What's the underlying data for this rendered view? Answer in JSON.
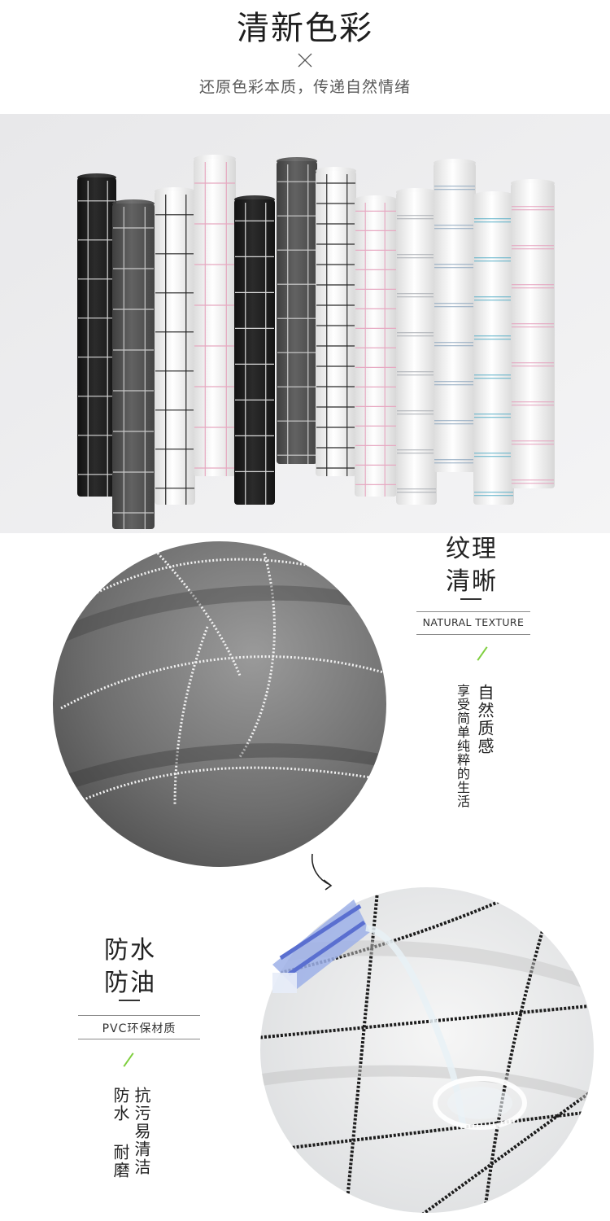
{
  "header": {
    "title": "清新色彩",
    "subtitle": "还原色彩本质，传递自然情绪"
  },
  "texture": {
    "title_line1": "纹理",
    "title_line2": "清晰",
    "english": "NATURAL TEXTURE",
    "heading": "自然质感",
    "body": "享受简单纯粹的生活"
  },
  "waterproof": {
    "title_line1": "防水",
    "title_line2": "防油",
    "material": "PVC环保材质",
    "col1": "抗污易清洁",
    "col2a": "防水",
    "col2b": "耐磨"
  },
  "colors": {
    "accent_slash": "#7fcf3f",
    "roll_dark": "#1f1f1f",
    "roll_grey": "#555555",
    "roll_white": "#f6f6f6"
  },
  "icons": [
    "cross-mark-icon",
    "down-arrow-icon"
  ]
}
